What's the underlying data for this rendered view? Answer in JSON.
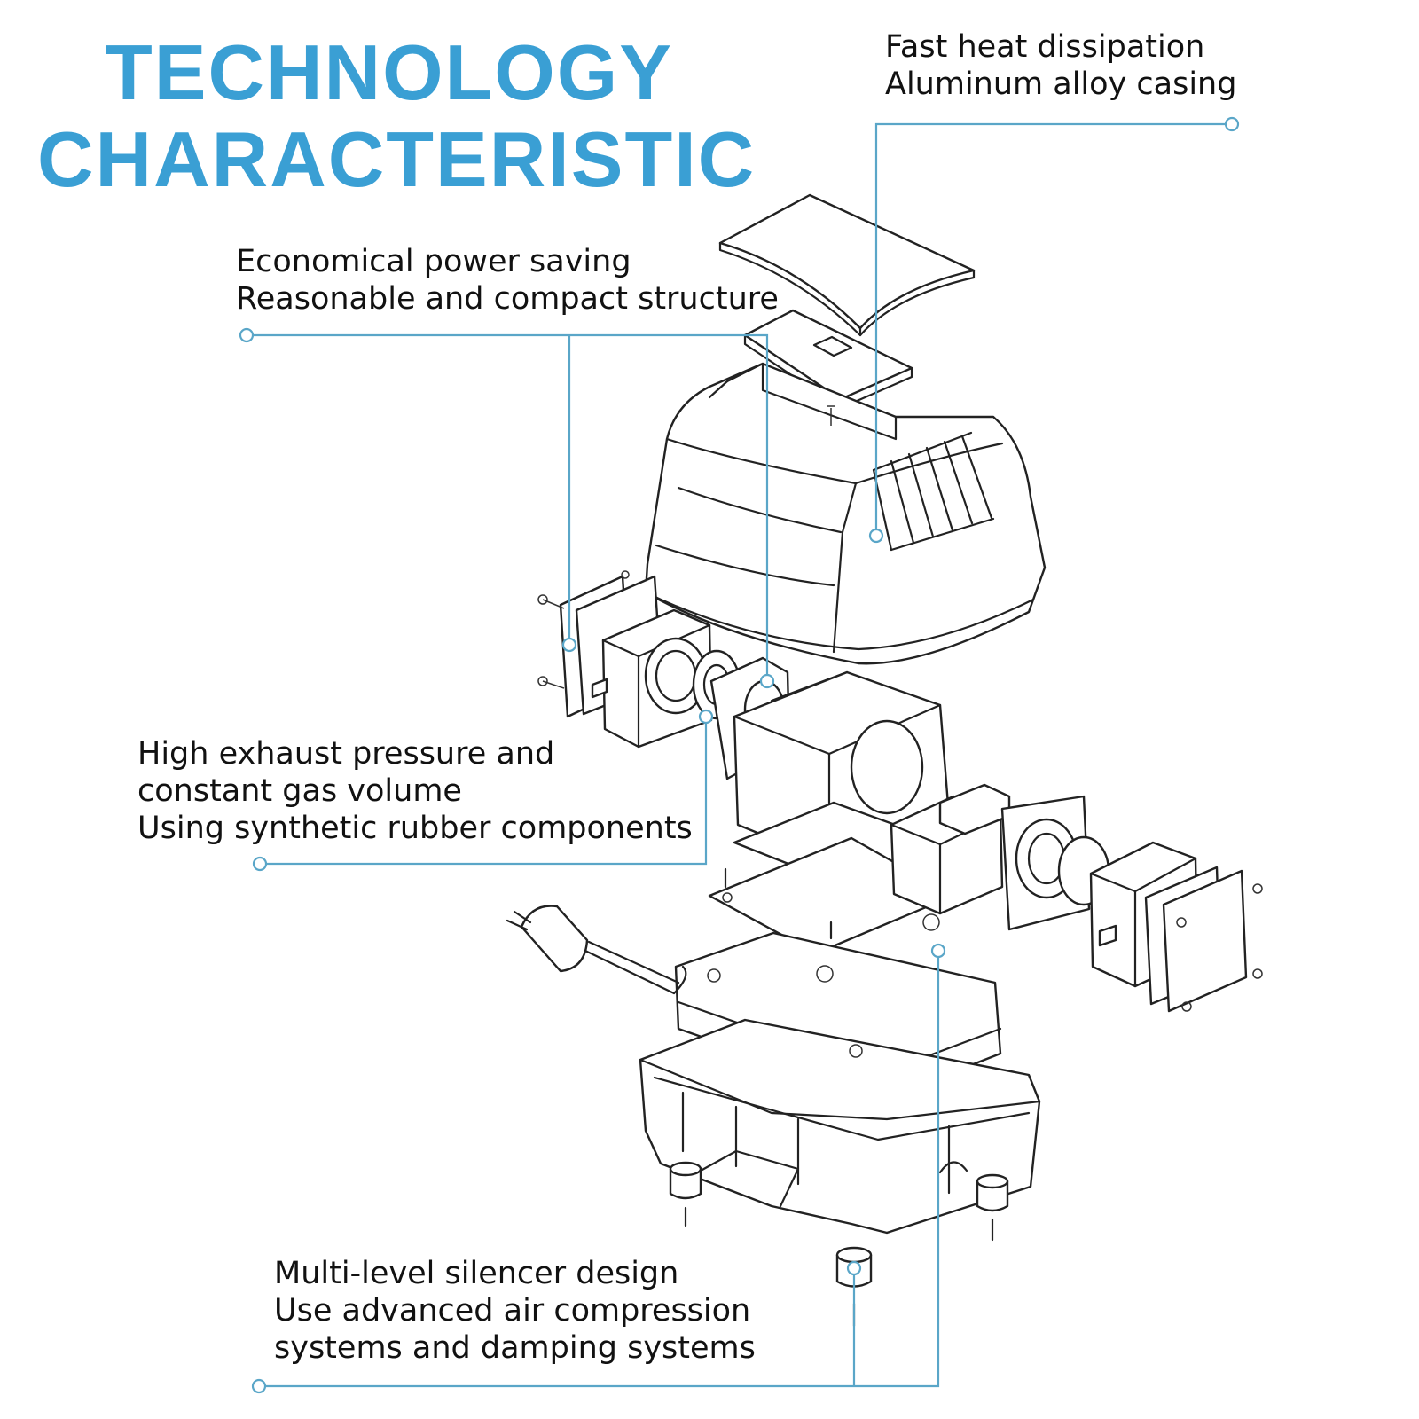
{
  "title": {
    "line1": "TECHNOLOGY",
    "line2": "CHARACTERISTIC",
    "color": "#3a9fd4"
  },
  "accent_color": "#5aa6c8",
  "callouts": [
    {
      "id": "heat",
      "lines": [
        "Fast heat dissipation",
        "Aluminum alloy casing"
      ]
    },
    {
      "id": "power",
      "lines": [
        "Economical power saving",
        "Reasonable and compact structure"
      ]
    },
    {
      "id": "pressure",
      "lines": [
        "High exhaust pressure and",
        "constant gas volume",
        "Using synthetic rubber components"
      ]
    },
    {
      "id": "silencer",
      "lines": [
        "Multi-level silencer design",
        "Use advanced air compression",
        "systems and damping systems"
      ]
    }
  ],
  "drawing_parts": [
    "top-plate-icon",
    "lid-plate-icon",
    "top-cover-icon",
    "left-pump-head-icon",
    "left-diaphragm-icon",
    "electromagnet-housing-icon",
    "coil-icon",
    "right-pump-head-icon",
    "mounting-plate-icon",
    "base-housing-icon",
    "power-plug-icon",
    "rubber-foot-icon",
    "screw-icon"
  ]
}
